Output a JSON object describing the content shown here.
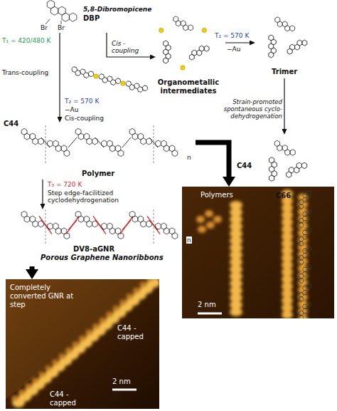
{
  "diagram": {
    "nodes": [
      {
        "text": [
          "5,8-Dibromopicene",
          "DBP"
        ]
      },
      {
        "text": [
          "Organometallic intermediates"
        ]
      },
      {
        "text": [
          "Trimer"
        ]
      },
      {
        "text": [
          "C66"
        ]
      },
      {
        "text": [
          "C44",
          "Polymer"
        ]
      },
      {
        "text": [
          "DV8-aGNR",
          "Porous Graphene Nanoribbons"
        ]
      },
      {
        "text": [
          "Polymers",
          "2 nm"
        ]
      },
      {
        "text": [
          "Completely converted GNR at step",
          "C44 -capped",
          "C44 -capped",
          "2 nm"
        ]
      }
    ],
    "edges": [
      {
        "from": 0,
        "to": 1,
        "arrow": "to",
        "label": "Cis -coupling"
      },
      {
        "from": 0,
        "to": 4,
        "arrow": "to",
        "label": "Trans-coupling"
      },
      {
        "from": 1,
        "to": 2,
        "arrow": "to",
        "label": "T₂ = 570 K"
      },
      {
        "from": 2,
        "to": 3,
        "arrow": "to",
        "label": "Strain-promoted spontaneous cyclo-dehydrogenation"
      },
      {
        "from": 4,
        "to": 5,
        "arrow": "to",
        "label": "Step edge-facilitized cyclodehydrogenation"
      },
      {
        "from": 4,
        "to": 6,
        "arrow": "to"
      },
      {
        "from": 5,
        "to": 7,
        "arrow": "to"
      }
    ],
    "labels": [
      "Br",
      "Br",
      "T₁ = 420/480 K",
      "−Au",
      "T₂ = 570 K",
      "−Au",
      "Cis-coupling",
      "C44",
      "n",
      "T₃ = 720 K",
      "n"
    ]
  }
}
